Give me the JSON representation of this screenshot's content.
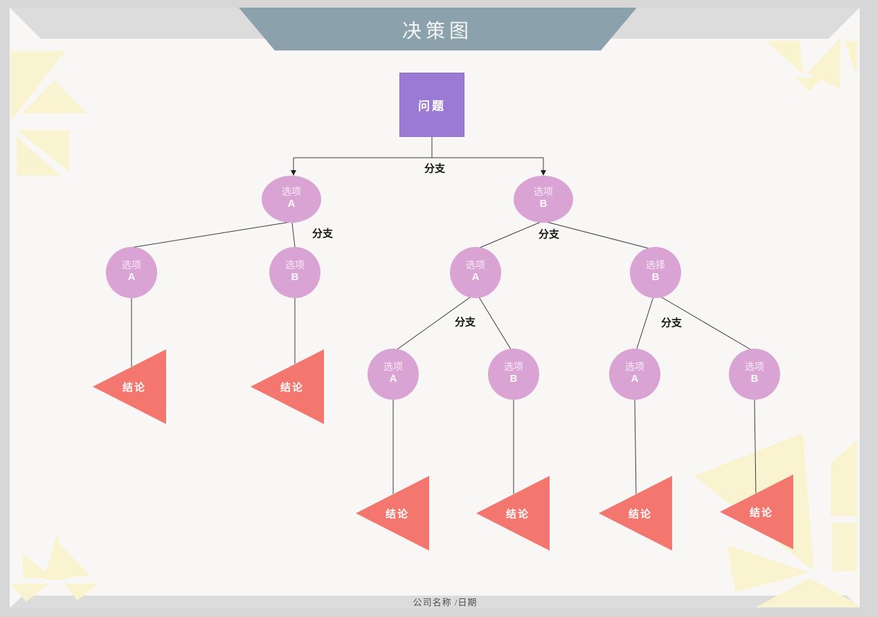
{
  "title": "决策图",
  "footer": "公司名称 /日期",
  "colors": {
    "outer": "#d7d7d7",
    "page": "#f8f7f6",
    "band": "#dcdcdc",
    "banner": "#8ba1ab",
    "square": "#9b7ad6",
    "circle": "#d9a3d4",
    "triangle": "#f3766f",
    "accent": "#faf3cf",
    "line": "#3a3a3a"
  },
  "tree": {
    "root": "问题",
    "branches": [
      "分支",
      "分支",
      "分支",
      "分支",
      "分支"
    ],
    "level1": [
      {
        "line1": "选项",
        "line2": "A"
      },
      {
        "line1": "选项",
        "line2": "B"
      }
    ],
    "level2": [
      {
        "line1": "选项",
        "line2": "A"
      },
      {
        "line1": "选项",
        "line2": "B"
      },
      {
        "line1": "选项",
        "line2": "A"
      },
      {
        "line1": "选择",
        "line2": "B"
      }
    ],
    "level3": [
      {
        "line1": "选项",
        "line2": "A"
      },
      {
        "line1": "选项",
        "line2": "B"
      },
      {
        "line1": "选项",
        "line2": "A"
      },
      {
        "line1": "选项",
        "line2": "B"
      }
    ],
    "conclusions": [
      "结论",
      "结论",
      "结论",
      "结论",
      "结论",
      "结论"
    ]
  }
}
